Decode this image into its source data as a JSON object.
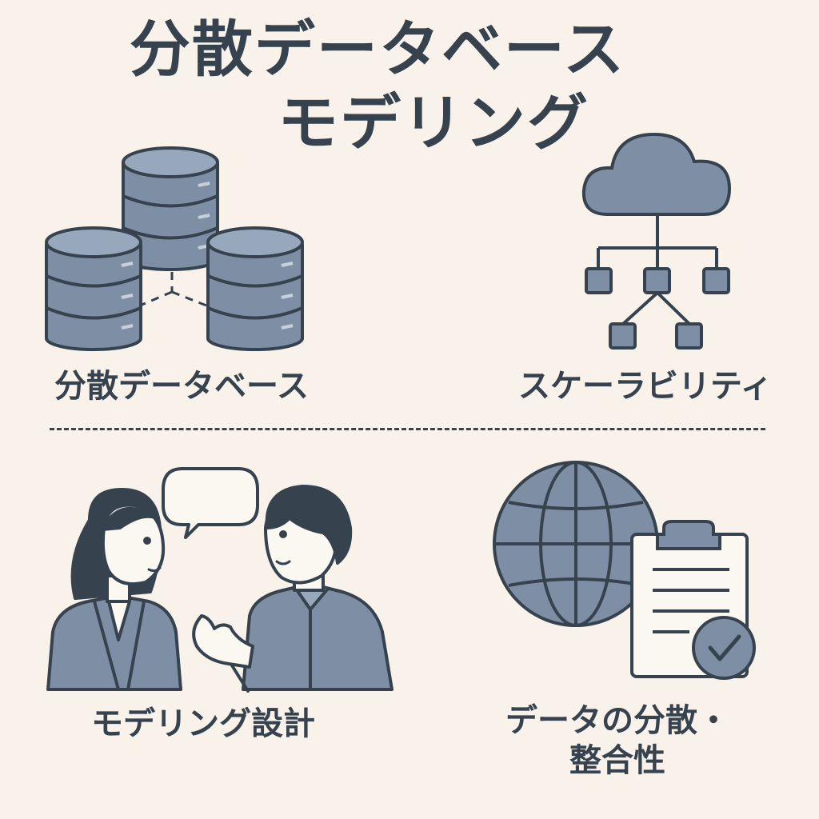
{
  "title": {
    "line1": "分散データベース",
    "line2": "モデリング"
  },
  "panels": {
    "distributed_db": {
      "label": "分散データベース",
      "icon": "database-cluster-icon"
    },
    "scalability": {
      "label": "スケーラビリティ",
      "icon": "cloud-network-icon"
    },
    "modeling_design": {
      "label": "モデリング設計",
      "icon": "people-conversation-icon"
    },
    "consistency": {
      "label_line1": "データの分散・",
      "label_line2": "整合性",
      "icon": "globe-checklist-icon"
    }
  },
  "colors": {
    "background": "#f8f2ea",
    "fill": "#7e8fa5",
    "stroke": "#36424e",
    "light_fill": "#98a8bc"
  }
}
